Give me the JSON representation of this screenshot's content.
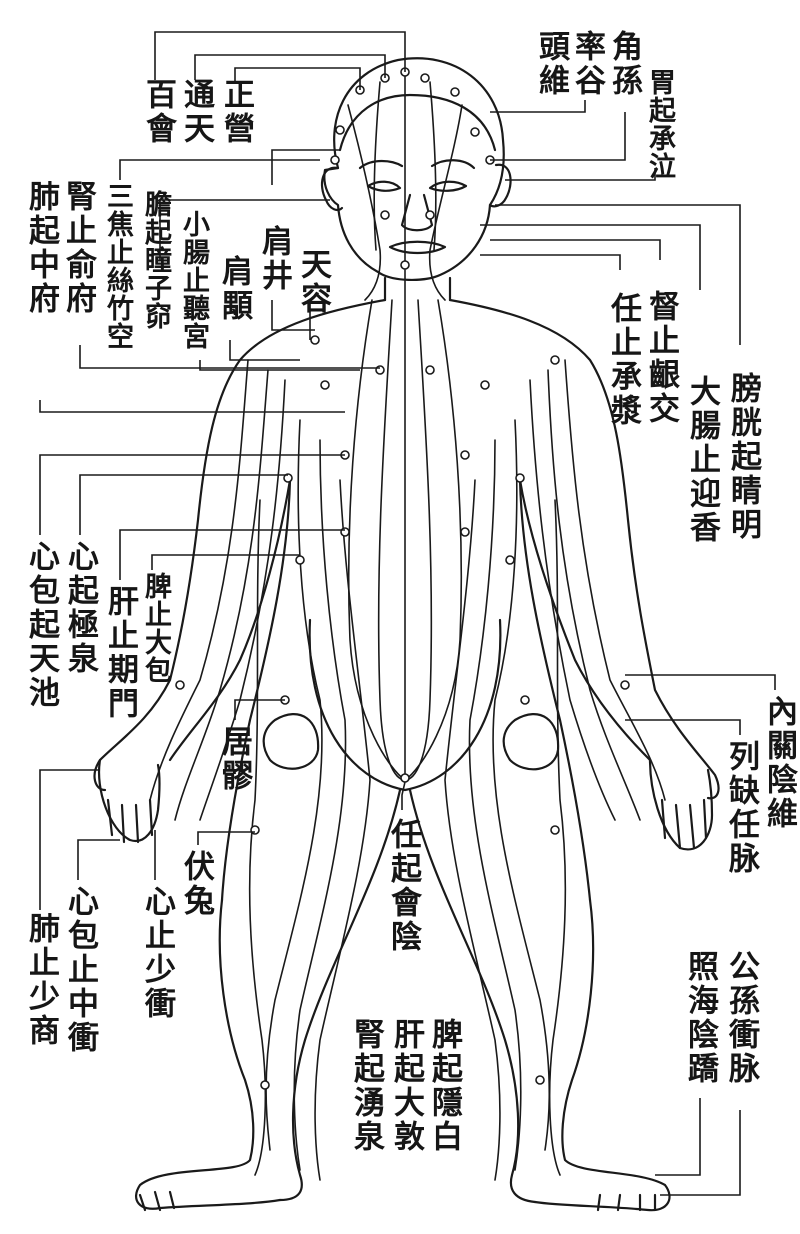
{
  "labels": {
    "baihui": "百會",
    "tongtian": "通天",
    "zhengying": "正營",
    "touwei": "頭維",
    "shuaigu": "率谷",
    "jiaosun": "角孫",
    "wei_qi_chengqi": "胃起承泣",
    "fei_qi_zhongfu": "肺起中府",
    "shen_zhi_shufu": "腎止俞府",
    "sanjiao_zhi_sizhukong": "三焦止絲竹空",
    "dan_qi_tongziliao": "膽起瞳子窌",
    "xiaochang_zhi_tinggong": "小腸止聽宮",
    "jianyu": "肩顒",
    "jianjing": "肩井",
    "tianrong": "天容",
    "ren_zhi_chengjiang": "任止承漿",
    "du_zhi_yinjiao": "督止齦交",
    "dachang_zhi_yingxiang": "大腸止迎香",
    "pangguang_qi_jingming": "膀胱起睛明",
    "xinbao_qi_tianchi": "心包起天池",
    "xin_qi_jiquan": "心起極泉",
    "gan_zhi_qimen": "肝止期門",
    "pi_zhi_dabao": "脾止大包",
    "juliao": "居髎",
    "futu": "伏兔",
    "neiguan_yinwei": "內關陰維",
    "lieque_renmai": "列缺任脉",
    "ren_qi_huiyin": "任起會陰",
    "fei_zhi_shaoshang": "肺止少商",
    "xinbao_zhi_zhongchong": "心包止中衝",
    "xin_zhi_shaochong": "心止少衝",
    "pi_qi_yinbai": "脾起隱白",
    "gan_qi_dadun": "肝起大敦",
    "shen_qi_yongquan": "腎起湧泉",
    "gongsun_chongmai": "公孫衝脉",
    "zhaohai_yinqiao": "照海陰蹻"
  }
}
